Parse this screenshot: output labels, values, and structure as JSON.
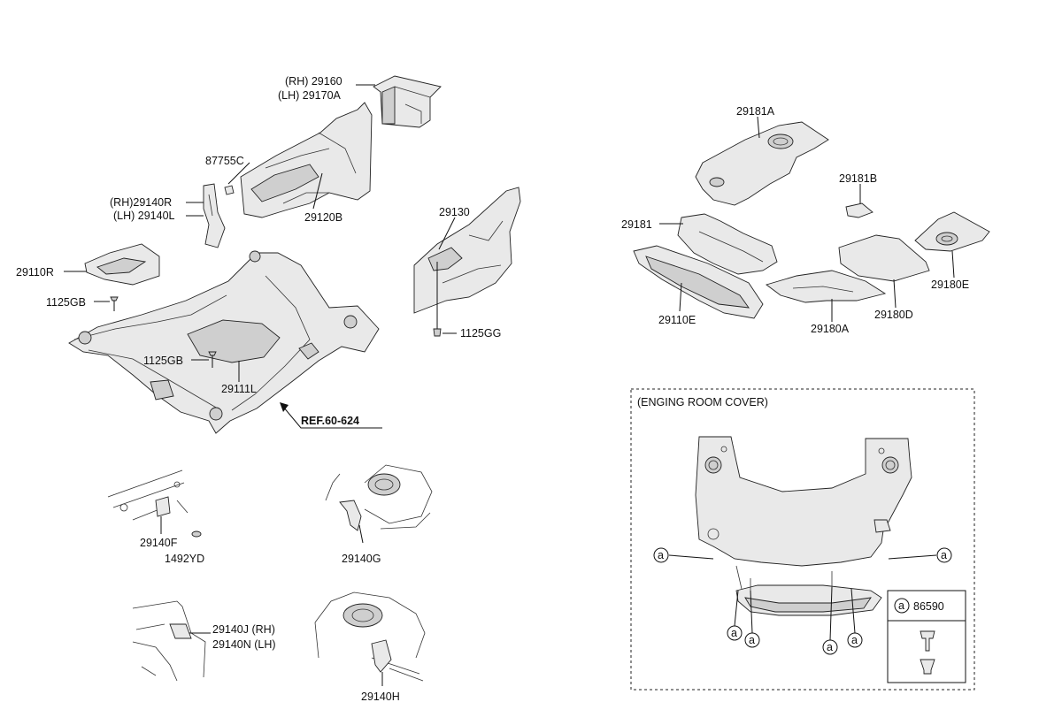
{
  "labels": {
    "p29160": "(RH) 29160",
    "p29170a": "(LH) 29170A",
    "p87755c": "87755C",
    "p29140r": "(RH)29140R",
    "p29140l": "(LH) 29140L",
    "p29120b": "29120B",
    "p29110r": "29110R",
    "p1125gb_a": "1125GB",
    "p1125gb_b": "1125GB",
    "p29111l": "29111L",
    "ref": "REF.60-624",
    "p29130": "29130",
    "p1125gg": "1125GG",
    "p29181a": "29181A",
    "p29181b": "29181B",
    "p29181": "29181",
    "p29180e": "29180E",
    "p29110e": "29110E",
    "p29180a": "29180A",
    "p29180d": "29180D",
    "p29140f": "29140F",
    "p1492yd": "1492YD",
    "p29140g": "29140G",
    "p29140j": "29140J (RH)",
    "p29140n": "29140N (LH)",
    "p29140h": "29140H",
    "engine_room_title": "(ENGING ROOM COVER)",
    "callout_letter": "a",
    "legend_part": "86590"
  }
}
